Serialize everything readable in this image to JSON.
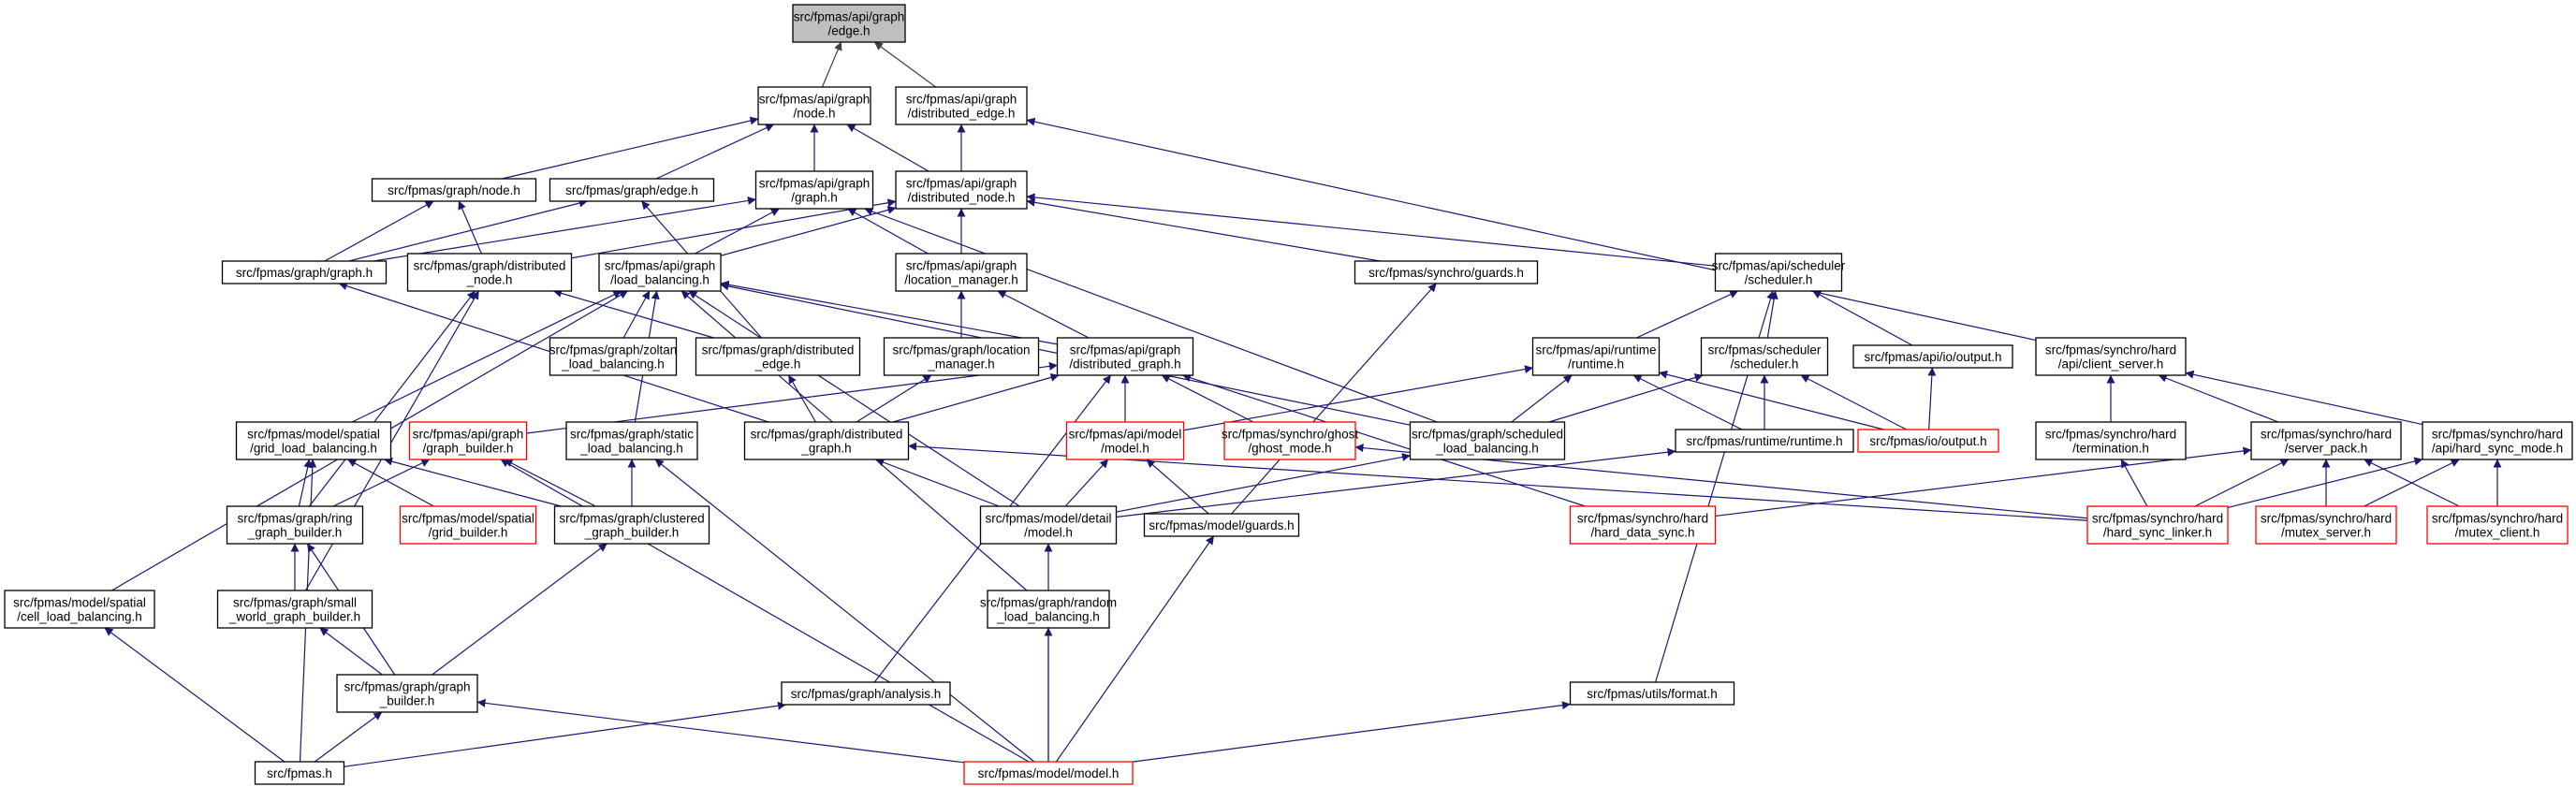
{
  "colors": {
    "edge": "#191970",
    "root_edge": "#404040",
    "root_fill": "#bfbfbf",
    "node_border": "#000000",
    "truncated_border": "#ff0000",
    "background": "#ffffff"
  },
  "nodes": [
    {
      "id": "n_edge",
      "lines": [
        "src/fpmas/api/graph",
        "/edge.h"
      ],
      "root": true
    },
    {
      "id": "n_api_node",
      "lines": [
        "src/fpmas/api/graph",
        "/node.h"
      ]
    },
    {
      "id": "n_api_dedge",
      "lines": [
        "src/fpmas/api/graph",
        "/distributed_edge.h"
      ]
    },
    {
      "id": "n_graph_node",
      "lines": [
        "src/fpmas/graph/node.h"
      ]
    },
    {
      "id": "n_graph_edge",
      "lines": [
        "src/fpmas/graph/edge.h"
      ]
    },
    {
      "id": "n_api_graph",
      "lines": [
        "src/fpmas/api/graph",
        "/graph.h"
      ]
    },
    {
      "id": "n_api_dnode",
      "lines": [
        "src/fpmas/api/graph",
        "/distributed_node.h"
      ]
    },
    {
      "id": "n_graph_graph",
      "lines": [
        "src/fpmas/graph/graph.h"
      ]
    },
    {
      "id": "n_graph_dnode",
      "lines": [
        "src/fpmas/graph/distributed",
        "_node.h"
      ]
    },
    {
      "id": "n_api_lb",
      "lines": [
        "src/fpmas/api/graph",
        "/load_balancing.h"
      ]
    },
    {
      "id": "n_api_locm",
      "lines": [
        "src/fpmas/api/graph",
        "/location_manager.h"
      ]
    },
    {
      "id": "n_sync_guards",
      "lines": [
        "src/fpmas/synchro/guards.h"
      ]
    },
    {
      "id": "n_api_sched",
      "lines": [
        "src/fpmas/api/scheduler",
        "/scheduler.h"
      ]
    },
    {
      "id": "n_sh_api_cs",
      "lines": [
        "src/fpmas/synchro/hard",
        "/api/client_server.h"
      ]
    },
    {
      "id": "n_zoltan",
      "lines": [
        "src/fpmas/graph/zoltan",
        "_load_balancing.h"
      ]
    },
    {
      "id": "n_graph_dedge",
      "lines": [
        "src/fpmas/graph/distributed",
        "_edge.h"
      ]
    },
    {
      "id": "n_graph_locm",
      "lines": [
        "src/fpmas/graph/location",
        "_manager.h"
      ]
    },
    {
      "id": "n_api_dgraph",
      "lines": [
        "src/fpmas/api/graph",
        "/distributed_graph.h"
      ]
    },
    {
      "id": "n_api_runtime",
      "lines": [
        "src/fpmas/api/runtime",
        "/runtime.h"
      ]
    },
    {
      "id": "n_sched_sched",
      "lines": [
        "src/fpmas/scheduler",
        "/scheduler.h"
      ]
    },
    {
      "id": "n_api_io",
      "lines": [
        "src/fpmas/api/io/output.h"
      ]
    },
    {
      "id": "n_grid_lb",
      "lines": [
        "src/fpmas/model/spatial",
        "/grid_load_balancing.h"
      ]
    },
    {
      "id": "n_api_gb",
      "lines": [
        "src/fpmas/api/graph",
        "/graph_builder.h"
      ],
      "red": true
    },
    {
      "id": "n_static_lb",
      "lines": [
        "src/fpmas/graph/static",
        "_load_balancing.h"
      ]
    },
    {
      "id": "n_graph_dgraph",
      "lines": [
        "src/fpmas/graph/distributed",
        "_graph.h"
      ]
    },
    {
      "id": "n_api_model",
      "lines": [
        "src/fpmas/api/model",
        "/model.h"
      ],
      "red": true
    },
    {
      "id": "n_ghost",
      "lines": [
        "src/fpmas/synchro/ghost",
        "/ghost_mode.h"
      ],
      "red": true
    },
    {
      "id": "n_sched_lb",
      "lines": [
        "src/fpmas/graph/scheduled",
        "_load_balancing.h"
      ]
    },
    {
      "id": "n_runtime",
      "lines": [
        "src/fpmas/runtime/runtime.h"
      ]
    },
    {
      "id": "n_io_out",
      "lines": [
        "src/fpmas/io/output.h"
      ],
      "red": true
    },
    {
      "id": "n_sh_term",
      "lines": [
        "src/fpmas/synchro/hard",
        "/termination.h"
      ]
    },
    {
      "id": "n_sh_sp",
      "lines": [
        "src/fpmas/synchro/hard",
        "/server_pack.h"
      ]
    },
    {
      "id": "n_sh_api_hsm",
      "lines": [
        "src/fpmas/synchro/hard",
        "/api/hard_sync_mode.h"
      ]
    },
    {
      "id": "n_ring",
      "lines": [
        "src/fpmas/graph/ring",
        "_graph_builder.h"
      ]
    },
    {
      "id": "n_grid_b",
      "lines": [
        "src/fpmas/model/spatial",
        "/grid_builder.h"
      ],
      "red": true
    },
    {
      "id": "n_clustered",
      "lines": [
        "src/fpmas/graph/clustered",
        "_graph_builder.h"
      ]
    },
    {
      "id": "n_detail_model",
      "lines": [
        "src/fpmas/model/detail",
        "/model.h"
      ]
    },
    {
      "id": "n_model_guards",
      "lines": [
        "src/fpmas/model/guards.h"
      ]
    },
    {
      "id": "n_sh_hds",
      "lines": [
        "src/fpmas/synchro/hard",
        "/hard_data_sync.h"
      ],
      "red": true
    },
    {
      "id": "n_sh_hsl",
      "lines": [
        "src/fpmas/synchro/hard",
        "/hard_sync_linker.h"
      ],
      "red": true
    },
    {
      "id": "n_sh_ms",
      "lines": [
        "src/fpmas/synchro/hard",
        "/mutex_server.h"
      ],
      "red": true
    },
    {
      "id": "n_sh_mc",
      "lines": [
        "src/fpmas/synchro/hard",
        "/mutex_client.h"
      ],
      "red": true
    },
    {
      "id": "n_cell_lb",
      "lines": [
        "src/fpmas/model/spatial",
        "/cell_load_balancing.h"
      ]
    },
    {
      "id": "n_small_world",
      "lines": [
        "src/fpmas/graph/small",
        "_world_graph_builder.h"
      ]
    },
    {
      "id": "n_random_lb",
      "lines": [
        "src/fpmas/graph/random",
        "_load_balancing.h"
      ]
    },
    {
      "id": "n_graph_gb",
      "lines": [
        "src/fpmas/graph/graph",
        "_builder.h"
      ]
    },
    {
      "id": "n_analysis",
      "lines": [
        "src/fpmas/graph/analysis.h"
      ]
    },
    {
      "id": "n_format",
      "lines": [
        "src/fpmas/utils/format.h"
      ]
    },
    {
      "id": "n_fpmas",
      "lines": [
        "src/fpmas.h"
      ]
    },
    {
      "id": "n_model",
      "lines": [
        "src/fpmas/model/model.h"
      ],
      "red": true
    }
  ],
  "edges": [
    [
      "n_api_node",
      "n_edge"
    ],
    [
      "n_api_dedge",
      "n_edge"
    ],
    [
      "n_graph_node",
      "n_api_node"
    ],
    [
      "n_graph_edge",
      "n_api_node"
    ],
    [
      "n_api_graph",
      "n_api_node"
    ],
    [
      "n_api_dnode",
      "n_api_node"
    ],
    [
      "n_api_dnode",
      "n_api_dedge"
    ],
    [
      "n_sh_api_cs",
      "n_api_dedge"
    ],
    [
      "n_graph_graph",
      "n_graph_node"
    ],
    [
      "n_graph_dnode",
      "n_graph_node"
    ],
    [
      "n_graph_graph",
      "n_graph_edge"
    ],
    [
      "n_graph_dedge",
      "n_graph_edge"
    ],
    [
      "n_graph_graph",
      "n_api_graph"
    ],
    [
      "n_api_lb",
      "n_api_graph"
    ],
    [
      "n_api_locm",
      "n_api_graph"
    ],
    [
      "n_sched_lb",
      "n_api_graph"
    ],
    [
      "n_graph_dnode",
      "n_api_dnode"
    ],
    [
      "n_api_lb",
      "n_api_dnode"
    ],
    [
      "n_api_locm",
      "n_api_dnode"
    ],
    [
      "n_sync_guards",
      "n_api_dnode"
    ],
    [
      "n_api_sched",
      "n_api_dnode"
    ],
    [
      "n_graph_dgraph",
      "n_graph_graph"
    ],
    [
      "n_ring",
      "n_graph_dnode"
    ],
    [
      "n_small_world",
      "n_graph_dnode"
    ],
    [
      "n_graph_dedge",
      "n_graph_dnode"
    ],
    [
      "n_zoltan",
      "n_api_lb"
    ],
    [
      "n_grid_lb",
      "n_api_lb"
    ],
    [
      "n_static_lb",
      "n_api_lb"
    ],
    [
      "n_cell_lb",
      "n_api_lb"
    ],
    [
      "n_random_lb",
      "n_api_lb"
    ],
    [
      "n_api_dgraph",
      "n_api_lb"
    ],
    [
      "n_sched_lb",
      "n_api_lb"
    ],
    [
      "n_detail_model",
      "n_api_lb"
    ],
    [
      "n_graph_locm",
      "n_api_locm"
    ],
    [
      "n_api_dgraph",
      "n_api_locm"
    ],
    [
      "n_model_guards",
      "n_sync_guards"
    ],
    [
      "n_api_runtime",
      "n_api_sched"
    ],
    [
      "n_sched_sched",
      "n_api_sched"
    ],
    [
      "n_api_io",
      "n_api_sched"
    ],
    [
      "n_format",
      "n_api_sched"
    ],
    [
      "n_sh_term",
      "n_sh_api_cs"
    ],
    [
      "n_sh_sp",
      "n_sh_api_cs"
    ],
    [
      "n_sh_api_hsm",
      "n_sh_api_cs"
    ],
    [
      "n_graph_dgraph",
      "n_graph_dedge"
    ],
    [
      "n_graph_dgraph",
      "n_graph_locm"
    ],
    [
      "n_graph_dgraph",
      "n_api_dgraph"
    ],
    [
      "n_api_model",
      "n_api_dgraph"
    ],
    [
      "n_ghost",
      "n_api_dgraph"
    ],
    [
      "n_sh_hds",
      "n_api_dgraph"
    ],
    [
      "n_analysis",
      "n_api_dgraph"
    ],
    [
      "n_api_gb",
      "n_api_dgraph"
    ],
    [
      "n_api_model",
      "n_api_runtime"
    ],
    [
      "n_sched_lb",
      "n_api_runtime"
    ],
    [
      "n_runtime",
      "n_api_runtime"
    ],
    [
      "n_io_out",
      "n_api_runtime"
    ],
    [
      "n_sched_lb",
      "n_sched_sched"
    ],
    [
      "n_runtime",
      "n_sched_sched"
    ],
    [
      "n_io_out",
      "n_sched_sched"
    ],
    [
      "n_io_out",
      "n_api_io"
    ],
    [
      "n_ring",
      "n_grid_lb"
    ],
    [
      "n_grid_b",
      "n_grid_lb"
    ],
    [
      "n_clustered",
      "n_grid_lb"
    ],
    [
      "n_fpmas",
      "n_grid_lb"
    ],
    [
      "n_ring",
      "n_api_gb"
    ],
    [
      "n_clustered",
      "n_api_gb"
    ],
    [
      "n_model",
      "n_api_gb"
    ],
    [
      "n_clustered",
      "n_static_lb"
    ],
    [
      "n_model",
      "n_static_lb"
    ],
    [
      "n_detail_model",
      "n_graph_dgraph"
    ],
    [
      "n_sh_hsl",
      "n_graph_dgraph"
    ],
    [
      "n_detail_model",
      "n_api_model"
    ],
    [
      "n_model_guards",
      "n_api_model"
    ],
    [
      "n_sh_hsl",
      "n_ghost"
    ],
    [
      "n_detail_model",
      "n_sched_lb"
    ],
    [
      "n_detail_model",
      "n_runtime"
    ],
    [
      "n_sh_hsl",
      "n_sh_term"
    ],
    [
      "n_sh_hds",
      "n_sh_sp"
    ],
    [
      "n_sh_hsl",
      "n_sh_sp"
    ],
    [
      "n_sh_ms",
      "n_sh_sp"
    ],
    [
      "n_sh_mc",
      "n_sh_sp"
    ],
    [
      "n_sh_hsl",
      "n_sh_api_hsm"
    ],
    [
      "n_sh_ms",
      "n_sh_api_hsm"
    ],
    [
      "n_sh_mc",
      "n_sh_api_hsm"
    ],
    [
      "n_small_world",
      "n_ring"
    ],
    [
      "n_graph_gb",
      "n_ring"
    ],
    [
      "n_graph_gb",
      "n_clustered"
    ],
    [
      "n_model",
      "n_detail_model"
    ],
    [
      "n_model",
      "n_model_guards"
    ],
    [
      "n_fpmas",
      "n_cell_lb"
    ],
    [
      "n_graph_gb",
      "n_small_world"
    ],
    [
      "n_model",
      "n_random_lb"
    ],
    [
      "n_fpmas",
      "n_graph_gb"
    ],
    [
      "n_model",
      "n_graph_gb"
    ],
    [
      "n_fpmas",
      "n_analysis"
    ],
    [
      "n_model",
      "n_format"
    ]
  ]
}
